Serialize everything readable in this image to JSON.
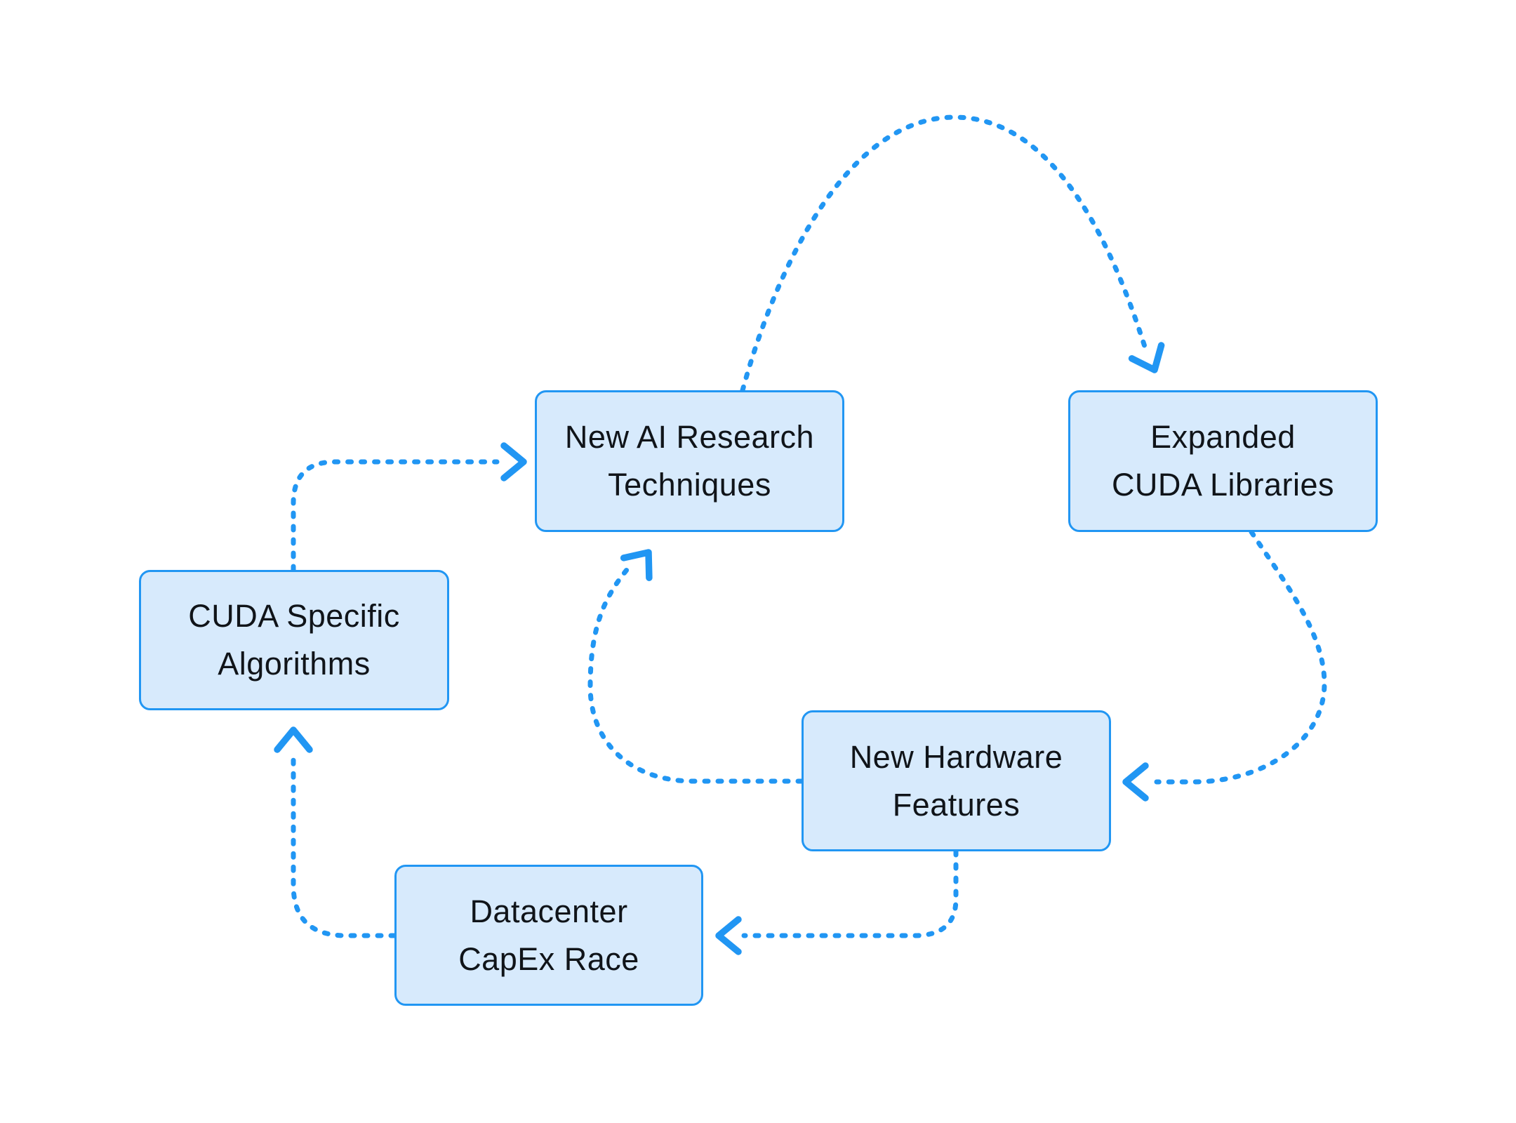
{
  "diagram": {
    "type": "cycle-flow-diagram",
    "background_color": "#FFFFFF",
    "accent_color": "#2196F3",
    "node_fill_color": "#D7EAFC",
    "node_border_color": "#2196F3",
    "text_color": "#101419",
    "arrow_style": "dashed",
    "nodes": [
      {
        "id": "new-ai-research-techniques",
        "label": "New AI Research Techniques",
        "lines": [
          "New AI Research",
          "Techniques"
        ]
      },
      {
        "id": "expanded-cuda-libraries",
        "label": "Expanded CUDA Libraries",
        "lines": [
          "Expanded",
          "CUDA Libraries"
        ]
      },
      {
        "id": "new-hardware-features",
        "label": "New Hardware Features",
        "lines": [
          "New Hardware",
          "Features"
        ]
      },
      {
        "id": "datacenter-capex-race",
        "label": "Datacenter CapEx Race",
        "lines": [
          "Datacenter",
          "CapEx Race"
        ]
      },
      {
        "id": "cuda-specific-algorithms",
        "label": "CUDA Specific Algorithms",
        "lines": [
          "CUDA Specific",
          "Algorithms"
        ]
      }
    ],
    "edges": [
      {
        "from": "CUDA Specific Algorithms",
        "to": "New AI Research Techniques"
      },
      {
        "from": "New AI Research Techniques",
        "to": "Expanded CUDA Libraries"
      },
      {
        "from": "Expanded CUDA Libraries",
        "to": "New Hardware Features"
      },
      {
        "from": "New Hardware Features",
        "to": "New AI Research Techniques"
      },
      {
        "from": "New Hardware Features",
        "to": "Datacenter CapEx Race"
      },
      {
        "from": "Datacenter CapEx Race",
        "to": "CUDA Specific Algorithms"
      }
    ]
  }
}
